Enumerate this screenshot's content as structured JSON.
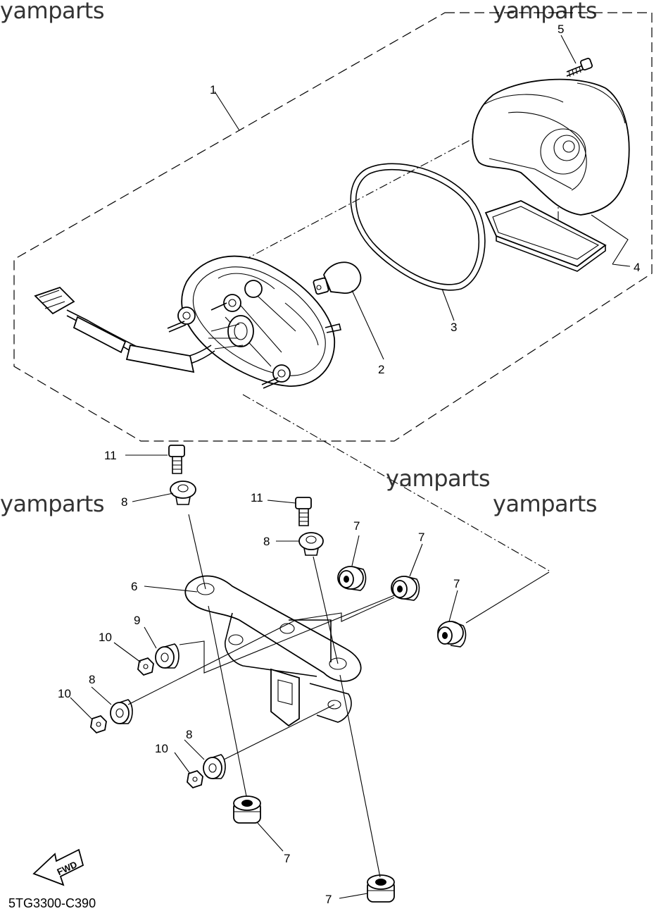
{
  "watermarks": [
    "yamparts",
    "yamparts",
    "yamparts",
    "yamparts",
    "yamparts"
  ],
  "callouts": {
    "c1": "1",
    "c2": "2",
    "c3": "3",
    "c4": "4",
    "c5": "5",
    "c6": "6",
    "c7a": "7",
    "c7b": "7",
    "c7c": "7",
    "c7d": "7",
    "c7e": "7",
    "c8a": "8",
    "c8b": "8",
    "c8c": "8",
    "c8d": "8",
    "c9": "9",
    "c10a": "10",
    "c10b": "10",
    "c10c": "10",
    "c11a": "11",
    "c11b": "11"
  },
  "fwd_label": "FWD",
  "drawing_code": "5TG3300-C390"
}
